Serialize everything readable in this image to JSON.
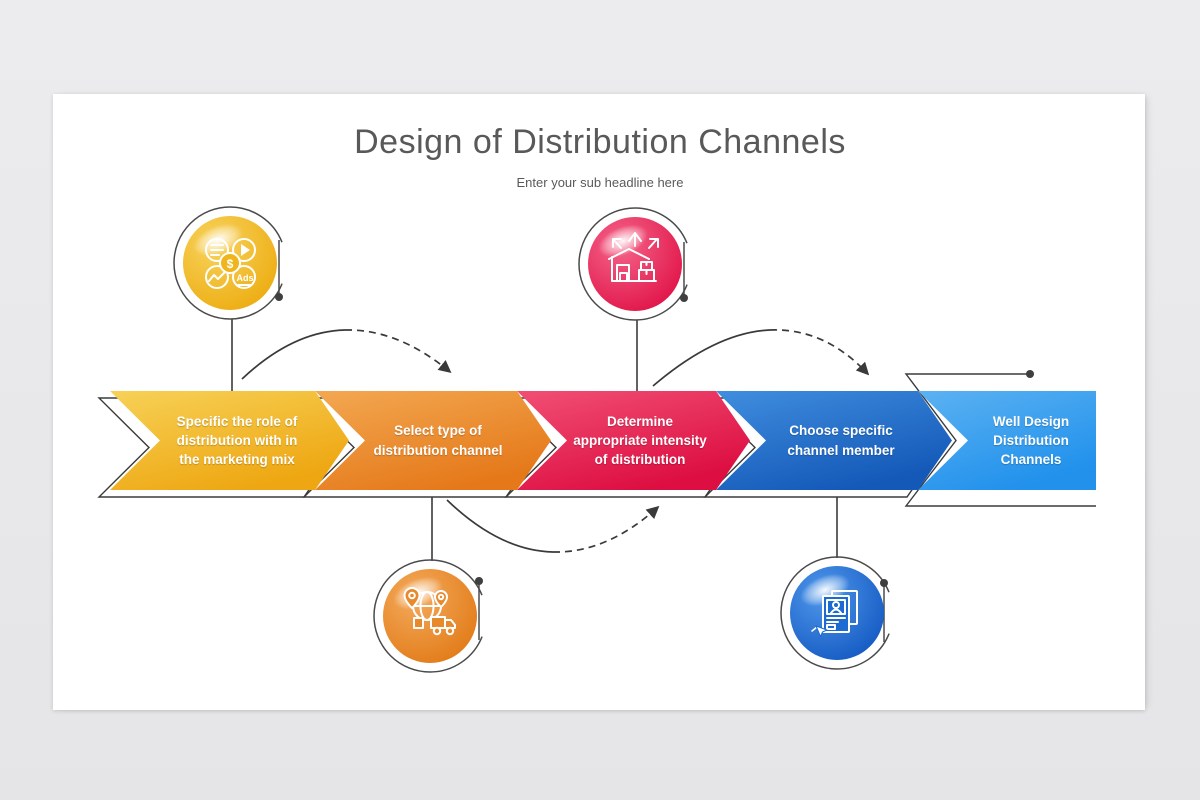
{
  "slide": {
    "title": "Design of Distribution Channels",
    "subtitle": "Enter your sub headline here"
  },
  "process": {
    "steps": [
      {
        "label": "Specific the role of distribution with in the marketing mix",
        "lines": [
          "Specific the role of",
          "distribution with in",
          "the marketing mix"
        ],
        "color": "#efae1a",
        "color_light": "#f6cf4f",
        "circle_color": "#f0bc2a",
        "icon": "marketing-mix-icon",
        "icon_position": "above",
        "icon_texts": {
          "dollar": "$",
          "ads": "Ads"
        }
      },
      {
        "label": "Select type of distribution channel",
        "lines": [
          "Select type of",
          "distribution channel"
        ],
        "color": "#e67d1b",
        "color_light": "#f3a24d",
        "circle_color": "#e8892b",
        "icon": "global-delivery-icon",
        "icon_position": "below"
      },
      {
        "label": "Determine appropriate intensity of distribution",
        "lines": [
          "Determine",
          "appropriate intensity",
          "of distribution"
        ],
        "color": "#e01040",
        "color_light": "#f04a70",
        "circle_color": "#e81e4c",
        "icon": "warehouse-distribution-icon",
        "icon_position": "above"
      },
      {
        "label": "Choose specific channel member",
        "lines": [
          "Choose specific",
          "channel member"
        ],
        "color": "#1a62bd",
        "color_light": "#3c8ada",
        "circle_color": "#1b6bd2",
        "icon": "choose-member-icon",
        "icon_position": "below"
      },
      {
        "label": "Well Design Distribution Channels",
        "lines": [
          "Well Design",
          "Distribution",
          "Channels"
        ],
        "color": "#2a96ed",
        "color_light": "#58b0f1",
        "circle_color": null,
        "icon": null,
        "icon_position": "none"
      }
    ]
  },
  "colors": {
    "background": "#e9e9eb",
    "slide": "#ffffff",
    "title_text": "#595959",
    "step_text": "#ffffff",
    "outline_stroke": "#3b3b3b"
  }
}
